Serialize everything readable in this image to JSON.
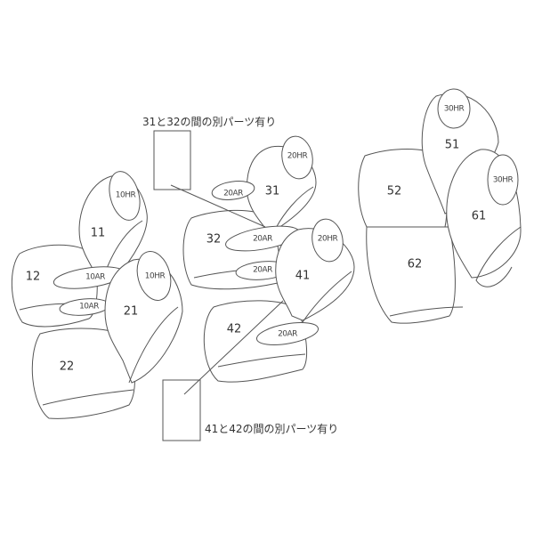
{
  "notes": {
    "top": "31と32の間の別パーツ有り",
    "bottom": "41と42の間の別パーツ有り"
  },
  "parts": {
    "p11": "11",
    "p12": "12",
    "p21": "21",
    "p22": "22",
    "p31": "31",
    "p32": "32",
    "p41": "41",
    "p42": "42",
    "p51": "51",
    "p52": "52",
    "p61": "61",
    "p62": "62",
    "hr10a": "10HR",
    "hr10b": "10HR",
    "ar10a": "10AR",
    "ar10b": "10AR",
    "hr20a": "20HR",
    "hr20b": "20HR",
    "ar20a": "20AR",
    "ar20b": "20AR",
    "ar20c": "20AR",
    "ar20d": "20AR",
    "hr30a": "30HR",
    "hr30b": "30HR"
  },
  "colors": {
    "line": "#555555",
    "background": "#ffffff"
  }
}
